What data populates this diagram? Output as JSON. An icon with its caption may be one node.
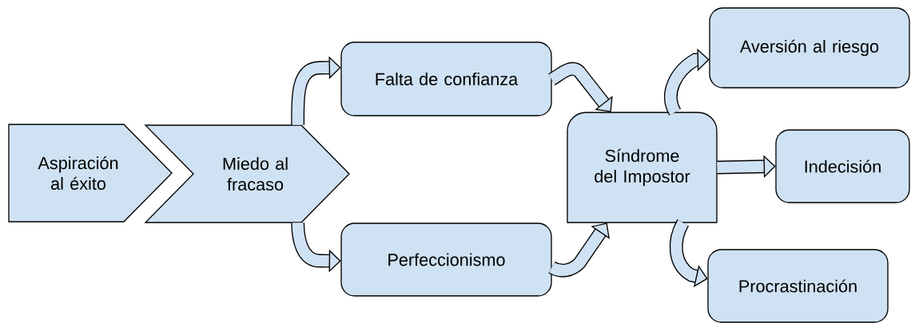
{
  "diagram": {
    "nodes": [
      {
        "text": [
          "Aspiración al éxito"
        ]
      },
      {
        "text": [
          "Miedo al fracaso"
        ]
      },
      {
        "text": [
          "Falta de confianza"
        ]
      },
      {
        "text": [
          "Perfeccionismo"
        ]
      },
      {
        "text": [
          "Síndrome del Impostor"
        ]
      },
      {
        "text": [
          "Aversión al riesgo"
        ]
      },
      {
        "text": [
          "Indecisión"
        ]
      },
      {
        "text": [
          "Procrastinación"
        ]
      }
    ],
    "edges": [
      {
        "from": 1,
        "to": 2,
        "arrow": "to"
      },
      {
        "from": 1,
        "to": 3,
        "arrow": "to"
      },
      {
        "from": 2,
        "to": 4,
        "arrow": "to"
      },
      {
        "from": 3,
        "to": 4,
        "arrow": "to"
      },
      {
        "from": 4,
        "to": 5,
        "arrow": "to"
      },
      {
        "from": 4,
        "to": 6,
        "arrow": "to"
      },
      {
        "from": 4,
        "to": 7,
        "arrow": "to"
      }
    ]
  }
}
